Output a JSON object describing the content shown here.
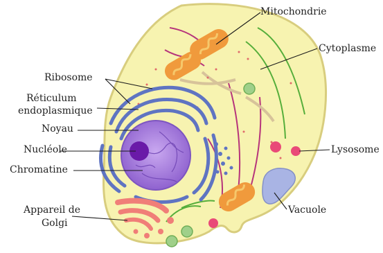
{
  "diagram": {
    "labels": {
      "mitochondrie": "Mitochondrie",
      "cytoplasme": "Cytoplasme",
      "ribosome": "Ribosome",
      "reticulum_line1": "Réticulum",
      "reticulum_line2": "endoplasmique",
      "noyau": "Noyau",
      "nucleole": "Nucléole",
      "chromatine": "Chromatine",
      "lysosome": "Lysosome",
      "appareil_line1": "Appareil de",
      "appareil_line2": "Golgi",
      "vacuole": "Vacuole"
    },
    "colors": {
      "cytoplasm_fill": "#f7f3b0",
      "cell_membrane": "#d8cd7e",
      "nucleus_fill": "#a07bd8",
      "nucleolus_fill": "#6a1aa8",
      "er_color": "#5f74c2",
      "mitochondria_outer": "#f09a3c",
      "mitochondria_inner": "#f6c86b",
      "golgi_color": "#f07e78",
      "lysosome_color": "#e94a78",
      "vacuole_fill": "#a9b4e4",
      "vesicle_green": "#9fd08a",
      "filament_green": "#56ae3b",
      "filament_pink": "#b6347b"
    }
  }
}
